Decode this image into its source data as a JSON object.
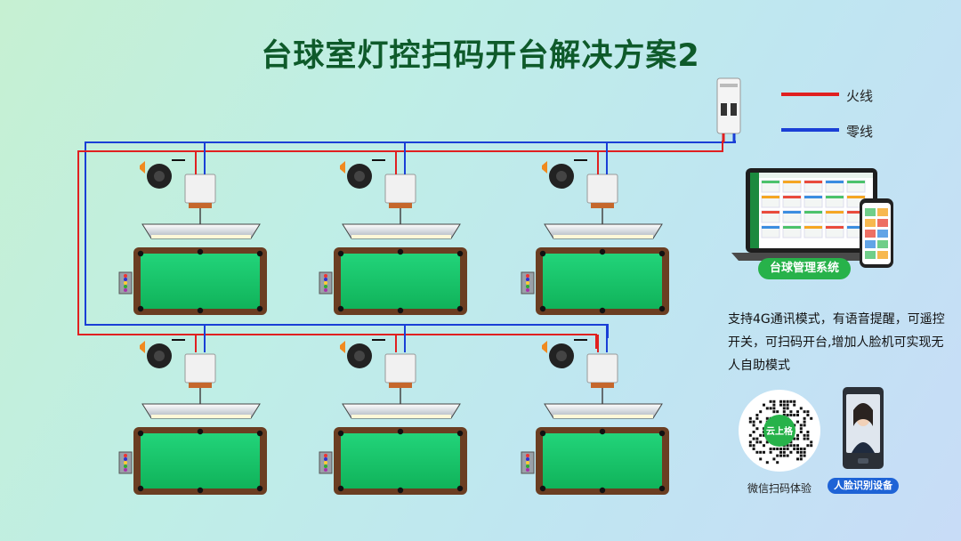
{
  "title": "台球室灯控扫码开台解决方案2",
  "legend": {
    "live": {
      "label": "火线",
      "color": "#e02020"
    },
    "neutral": {
      "label": "零线",
      "color": "#1a3fd6"
    }
  },
  "system_badge": "台球管理系统",
  "description": "支持4G通讯模式，有语音提醒，可遥控开关，可扫码开台,增加人脸机可实现无人自助模式",
  "qr": {
    "inner_label": "云上格",
    "caption": "微信扫码体验"
  },
  "face_device": {
    "badge": "人脸识别设备"
  },
  "colors": {
    "accent_green": "#27b24a",
    "title_green": "#0e5a2a",
    "table_felt": "#19c56a",
    "table_rail": "#6b3e22"
  }
}
